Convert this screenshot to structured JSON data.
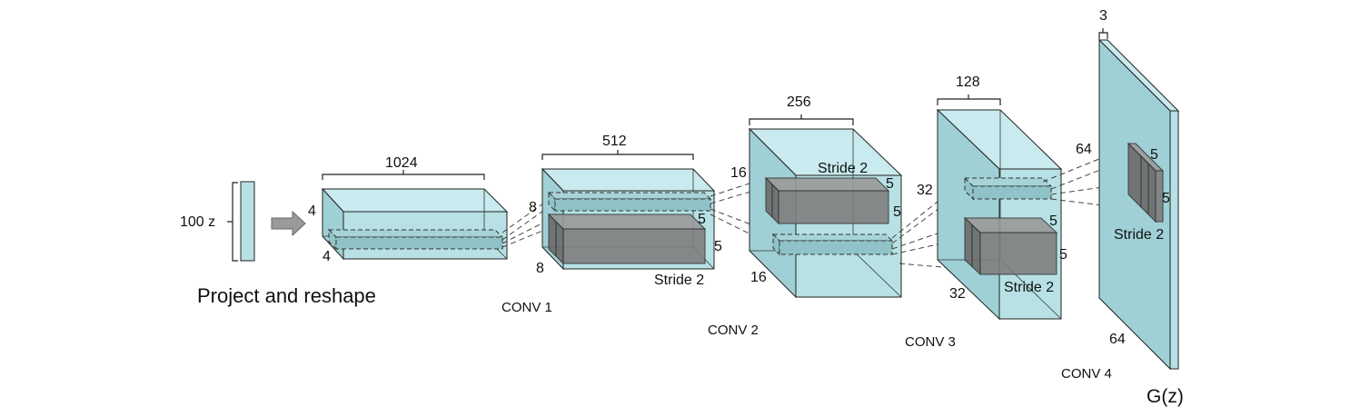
{
  "input": {
    "label": "100 z",
    "caption": "Project and reshape"
  },
  "layers": [
    {
      "id": "project",
      "depth": "1024",
      "height": "4",
      "width": "4"
    },
    {
      "id": "conv1",
      "caption": "CONV 1",
      "depth": "512",
      "height": "8",
      "width": "8",
      "kernel_a": "5",
      "kernel_b": "5",
      "stride": "Stride 2"
    },
    {
      "id": "conv2",
      "caption": "CONV 2",
      "depth": "256",
      "height": "16",
      "width": "16",
      "kernel_a": "5",
      "kernel_b": "5",
      "stride": "Stride 2"
    },
    {
      "id": "conv3",
      "caption": "CONV 3",
      "depth": "128",
      "height": "32",
      "width": "32",
      "kernel_a": "5",
      "kernel_b": "5",
      "stride": "Stride 2"
    },
    {
      "id": "conv4",
      "caption": "CONV 4",
      "depth": "3",
      "height": "64",
      "width": "64",
      "kernel_a": "5",
      "kernel_b": "5",
      "stride": "Stride 2"
    }
  ],
  "output": {
    "label": "G(z)"
  },
  "colors": {
    "volume": "#b7e1e5",
    "kernel": "#7f7f7f",
    "stroke": "#222222"
  },
  "icons": {
    "arrow": "right-arrow-icon"
  }
}
